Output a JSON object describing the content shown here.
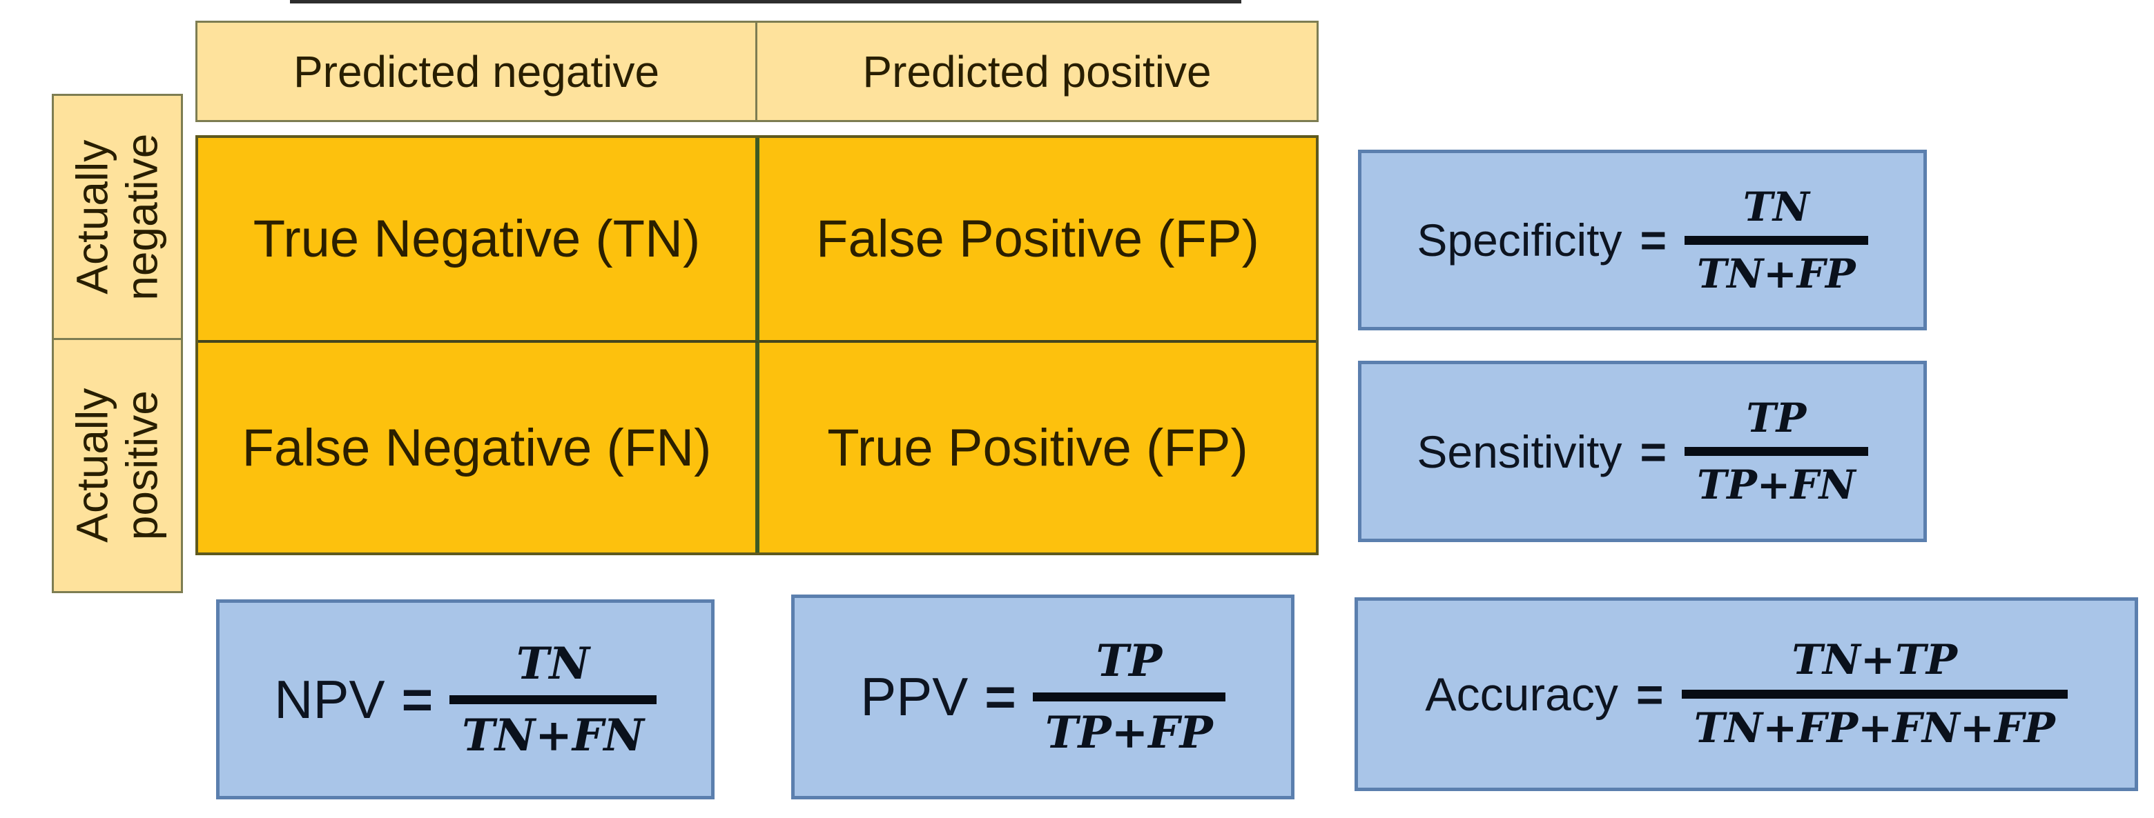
{
  "matrix": {
    "column_headers": [
      "Predicted negative",
      "Predicted positive"
    ],
    "row_headers": [
      "Actually\nnegative",
      "Actually\npositive"
    ],
    "cells": [
      [
        "True Negative (TN)",
        "False Positive (FP)"
      ],
      [
        "False Negative (FN)",
        "True Positive (FP)"
      ]
    ]
  },
  "equals_sign": "=",
  "formulas": [
    {
      "label": "Specificity",
      "numerator": "TN",
      "denominator": "TN+FP"
    },
    {
      "label": "Sensitivity",
      "numerator": "TP",
      "denominator": "TP+FN"
    },
    {
      "label": "NPV",
      "numerator": "TN",
      "denominator": "TN+FN"
    },
    {
      "label": "PPV",
      "numerator": "TP",
      "denominator": "TP+FP"
    },
    {
      "label": "Accuracy",
      "numerator": "TN+TP",
      "denominator": "TN+FP+FN+FP"
    }
  ],
  "colors": {
    "header_fill": "#fee29c",
    "header_border": "#7d7d52",
    "matrix_fill": "#fdc10d",
    "matrix_border": "#5e591e",
    "matrix_divider_vertical": "#3e5a24",
    "matrix_divider_horizontal": "#44461e",
    "formula_fill": "#a9c5e8",
    "formula_border": "#5b7fae",
    "dark_text": "#2b1f00"
  }
}
